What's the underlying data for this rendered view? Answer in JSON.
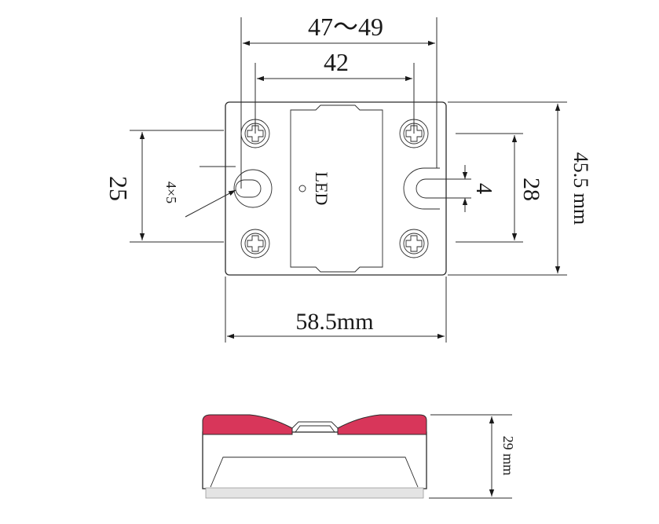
{
  "colors": {
    "line": "#2b2b2b",
    "accent": "#d8365a",
    "base_strip": "#e4e4e4"
  },
  "top_view": {
    "width_range_label": "47～49",
    "mount_spacing_label": "42",
    "slot_spacing_label": "25",
    "hole_size_label": "4×5",
    "led_label": "LED",
    "slot_width_label": "4",
    "screw_spacing_label": "28",
    "height_label": "45.5 mm",
    "width_label": "58.5mm"
  },
  "side_view": {
    "thickness_label": "29 mm"
  }
}
